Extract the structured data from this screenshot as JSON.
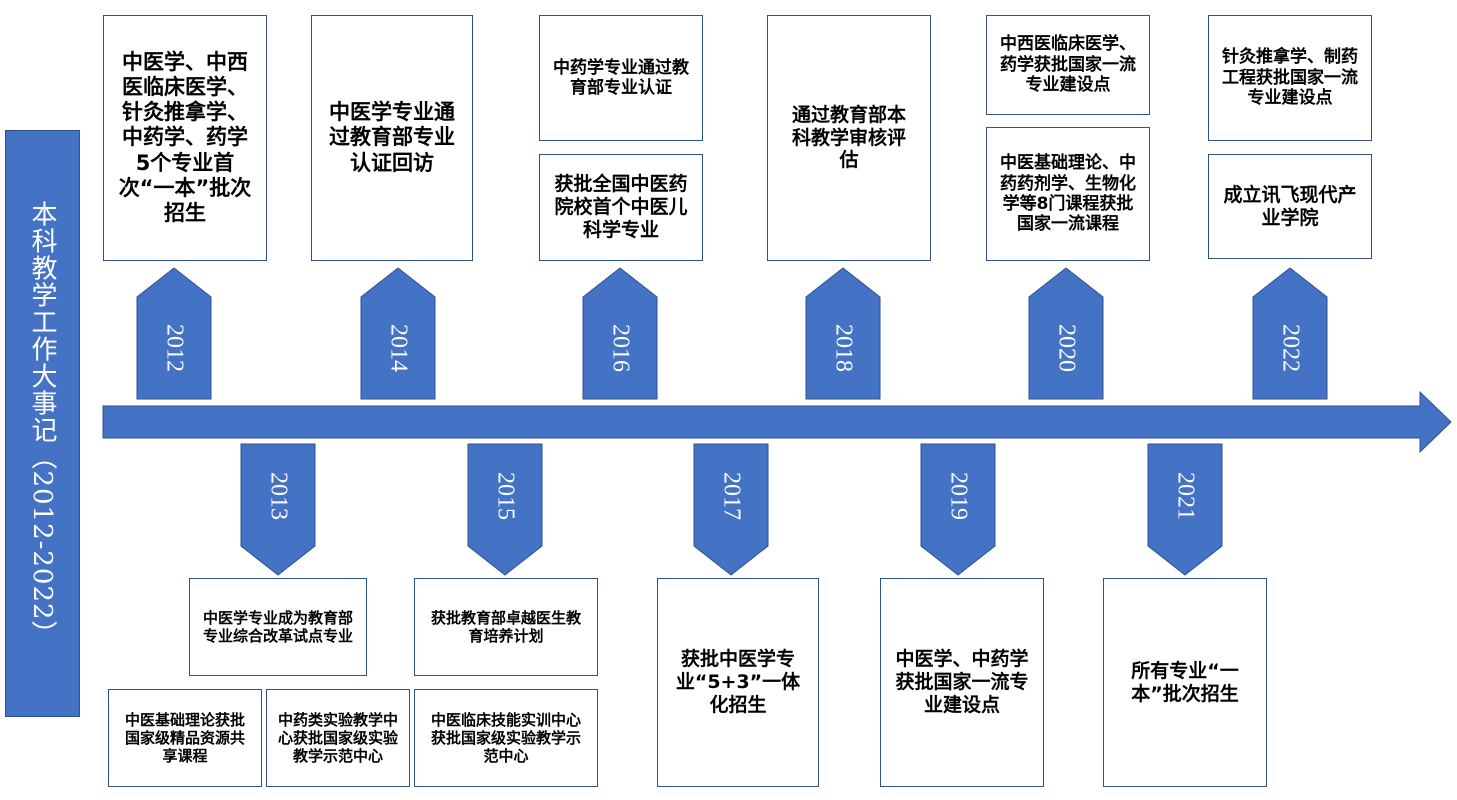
{
  "title": "本科教学工作大事记（2012-2022）",
  "colors": {
    "accent": "#4472C4",
    "border": "#2F528F"
  },
  "timeline": {
    "years": [
      "2012",
      "2013",
      "2014",
      "2015",
      "2016",
      "2017",
      "2018",
      "2019",
      "2020",
      "2021",
      "2022"
    ],
    "events": {
      "y2012": "中医学、中西医临床医学、针灸推拿学、中药学、药学5个专业首次“一本”批次招生",
      "y2014": "中医学专业通过教育部专业认证回访",
      "y2016a": "中药学专业通过教育部专业认证",
      "y2016b": "获批全国中医药院校首个中医儿科学专业",
      "y2018": "通过教育部本科教学审核评估",
      "y2020a": "中西医临床医学、药学获批国家一流专业建设点",
      "y2020b": "中医基础理论、中药药剂学、生物化学等8门课程获批国家一流课程",
      "y2022a": "针灸推拿学、制药工程获批国家一流专业建设点",
      "y2022b": "成立讯飞现代产业学院",
      "y2013a": "中医学专业成为教育部专业综合改革试点专业",
      "y2013b": "中医基础理论获批国家级精品资源共享课程",
      "y2013c": "中药类实验教学中心获批国家级实验教学示范中心",
      "y2015a": "获批教育部卓越医生教育培养计划",
      "y2015b": "中医临床技能实训中心获批国家级实验教学示范中心",
      "y2017": "获批中医学专业“5+3”一体化招生",
      "y2019": "中医学、中药学获批国家一流专业建设点",
      "y2021": "所有专业“一本”批次招生"
    }
  }
}
